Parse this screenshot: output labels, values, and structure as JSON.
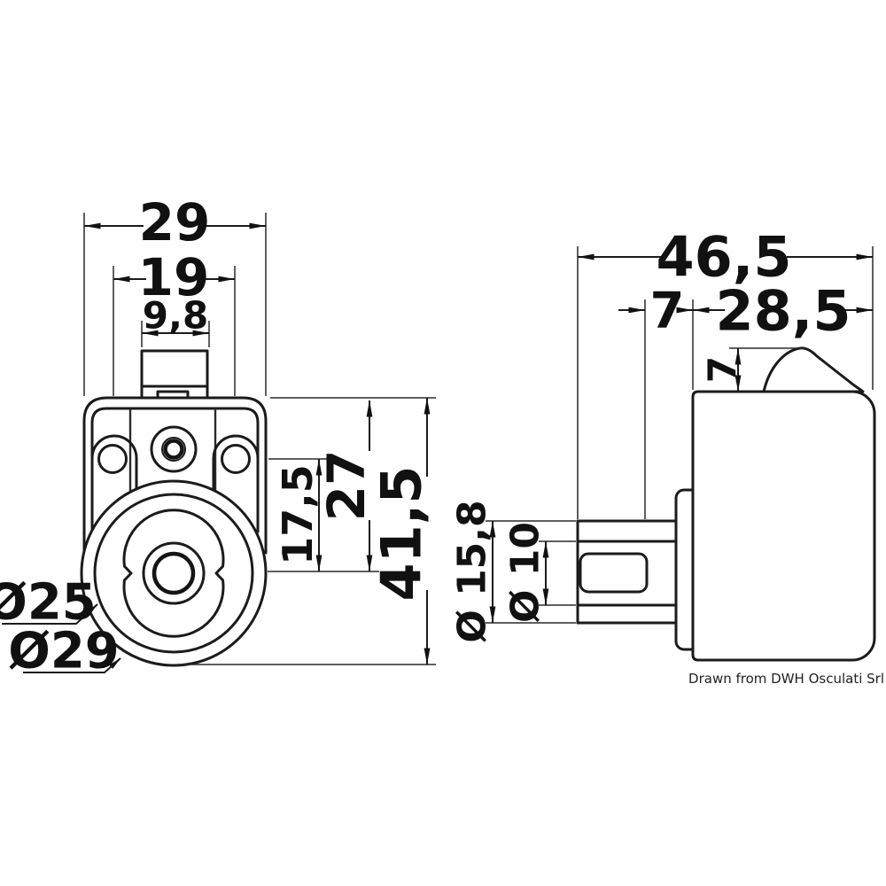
{
  "drawing": {
    "credit": "Drawn from DWH Osculati Srl",
    "colors": {
      "line": "#1b1b1b",
      "background": "#ffffff"
    },
    "front_view": {
      "dim_overall_width": "29",
      "dim_hole_spacing": "19",
      "dim_button_width": "9,8",
      "dim_screw_to_center": "17,5",
      "dim_top_to_center": "27",
      "dim_overall_height": "41,5",
      "dia_rosette_inner": "Ø25",
      "dia_rosette_outer": "Ø29"
    },
    "side_view": {
      "dim_overall_depth": "46,5",
      "dim_grip_thickness": "7",
      "dim_body_depth": "28,5",
      "dim_pawl_height": "7",
      "dia_barrel": "Ø 15,8",
      "dia_shaft": "Ø 10"
    }
  }
}
